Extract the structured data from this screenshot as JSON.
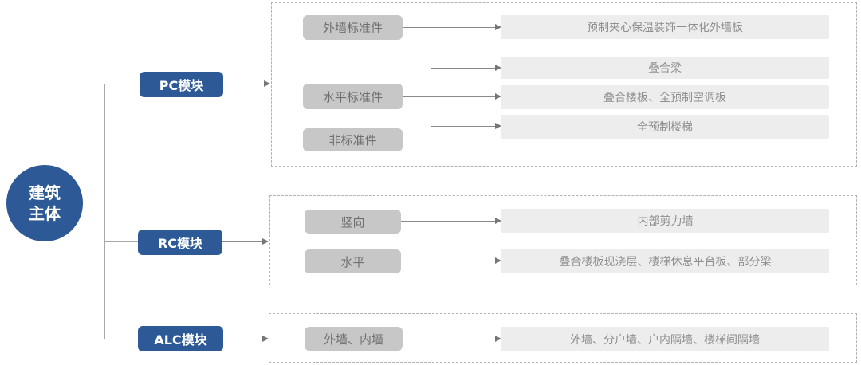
{
  "diagram": {
    "root": {
      "label": "建筑\n主体"
    },
    "modules": [
      {
        "label": "PC模块"
      },
      {
        "label": "RC模块"
      },
      {
        "label": "ALC模块"
      }
    ],
    "groups": [
      {
        "categories": [
          {
            "label": "外墙标准件"
          },
          {
            "label": "水平标准件"
          },
          {
            "label": "非标准件"
          }
        ],
        "outputs": [
          {
            "label": "预制夹心保温装饰一体化外墙板"
          },
          {
            "label": "叠合梁"
          },
          {
            "label": "叠合楼板、全预制空调板"
          },
          {
            "label": "全预制楼梯"
          }
        ]
      },
      {
        "categories": [
          {
            "label": "竖向"
          },
          {
            "label": "水平"
          }
        ],
        "outputs": [
          {
            "label": "内部剪力墙"
          },
          {
            "label": "叠合楼板现浇层、楼梯休息平台板、部分梁"
          }
        ]
      },
      {
        "categories": [
          {
            "label": "外墙、内墙"
          }
        ],
        "outputs": [
          {
            "label": "外墙、分户墙、户内隔墙、楼梯间隔墙"
          }
        ]
      }
    ],
    "colors": {
      "module_blue": "#2d5a96",
      "category_gray": "#c7c7c7",
      "output_gray": "#ededed",
      "connector_gray": "#8a8a8a",
      "group_border_gray": "#b3b3b3"
    }
  }
}
